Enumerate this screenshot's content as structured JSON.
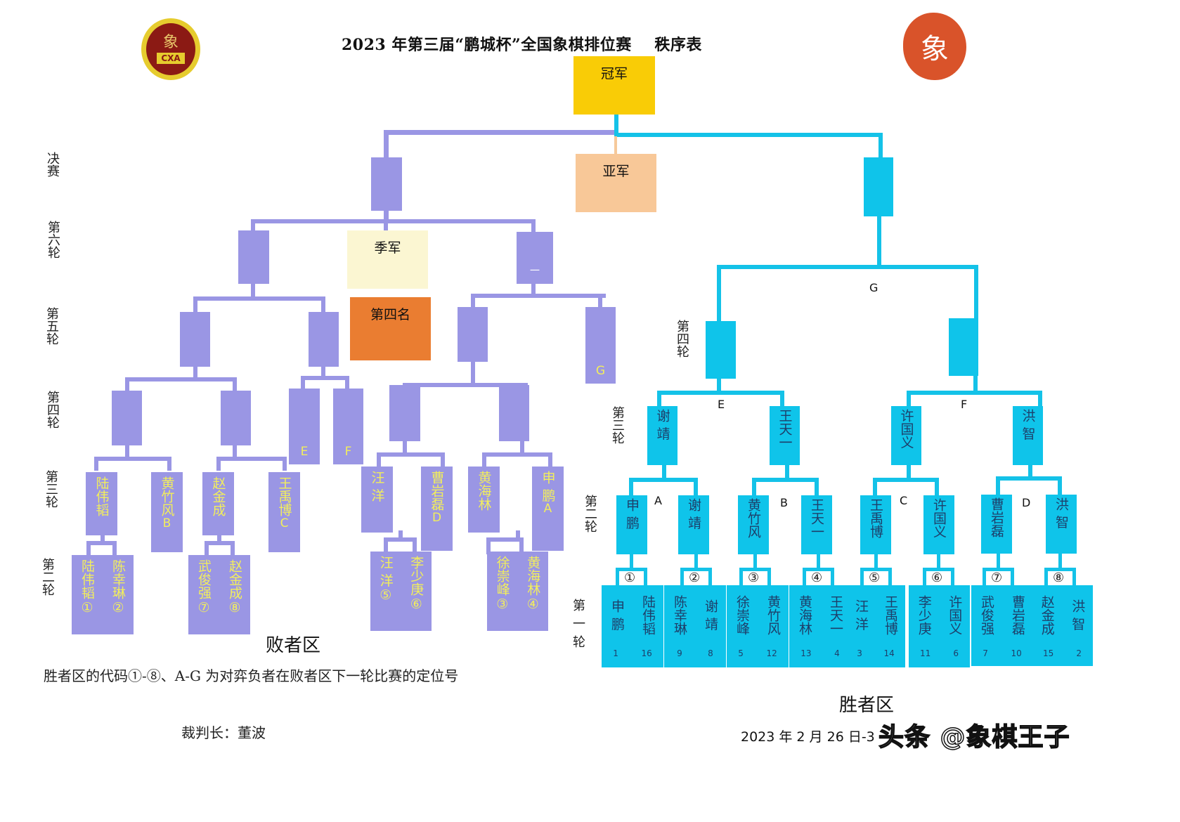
{
  "header": {
    "title": "2023 年第三届“鹏城杯”全国象棋排位赛    秩序表",
    "logo_left_char": "象",
    "logo_left_text": "CXA",
    "logo_right_char": "象"
  },
  "places": {
    "champion": "冠军",
    "runner_up": "亚军",
    "third": "季军",
    "fourth": "第四名"
  },
  "round_labels": {
    "final": "决赛",
    "r6": "第六轮",
    "r5": "第五轮",
    "r4_left": "第四轮",
    "r3_left": "第三轮",
    "r2_left": "第二轮",
    "r4_right": "第四轮",
    "r3_right": "第三轮",
    "r2_right": "第二轮",
    "r1_right": "第一轮"
  },
  "losers": {
    "zone_label": "败者区",
    "r6_right_mark": "一",
    "r5_g": "G",
    "r4_e": "E",
    "r4_f": "F",
    "r3": [
      {
        "name": "陆伟韬",
        "code": ""
      },
      {
        "name": "黄竹风",
        "code": "B"
      },
      {
        "name": "赵金成",
        "code": ""
      },
      {
        "name": "王禹博",
        "code": "C"
      },
      {
        "name": "汪  洋",
        "code": ""
      },
      {
        "name": "曹岩磊",
        "code": "D"
      },
      {
        "name": "黄海林",
        "code": ""
      },
      {
        "name": "申  鹏",
        "code": "A"
      }
    ],
    "r2": [
      {
        "a": "陆伟韬",
        "a_code": "①",
        "b": "陈幸琳",
        "b_code": "②"
      },
      {
        "a": "武俊强",
        "a_code": "⑦",
        "b": "赵金成",
        "b_code": "⑧"
      },
      {
        "a": "汪  洋",
        "a_code": "⑤",
        "b": "李少庚",
        "b_code": "⑥"
      },
      {
        "a": "徐崇峰",
        "a_code": "③",
        "b": "黄海林",
        "b_code": "④"
      }
    ]
  },
  "winners": {
    "zone_label": "胜者区",
    "g_label": "G",
    "e_label": "E",
    "f_label": "F",
    "r3": [
      {
        "name": "谢  靖"
      },
      {
        "name": "王天一"
      },
      {
        "name": "许国义"
      },
      {
        "name": "洪  智"
      }
    ],
    "r2_labels": [
      "A",
      "B",
      "C",
      "D"
    ],
    "r2": [
      {
        "name": "申  鹏"
      },
      {
        "name": "谢  靖"
      },
      {
        "name": "黄竹风"
      },
      {
        "name": "王天一"
      },
      {
        "name": "王禹博"
      },
      {
        "name": "许国义"
      },
      {
        "name": "曹岩磊"
      },
      {
        "name": "洪  智"
      }
    ],
    "r1": [
      {
        "code": "①",
        "a": "申  鹏",
        "a_seed": "1",
        "b": "陆伟韬",
        "b_seed": "16"
      },
      {
        "code": "②",
        "a": "陈幸琳",
        "a_seed": "9",
        "b": "谢  靖",
        "b_seed": "8"
      },
      {
        "code": "③",
        "a": "徐崇峰",
        "a_seed": "5",
        "b": "黄竹风",
        "b_seed": "12"
      },
      {
        "code": "④",
        "a": "黄海林",
        "a_seed": "13",
        "b": "王天一",
        "b_seed": "4"
      },
      {
        "code": "⑤",
        "a": "汪  洋",
        "a_seed": "3",
        "b": "王禹博",
        "b_seed": "14"
      },
      {
        "code": "⑥",
        "a": "李少庚",
        "a_seed": "11",
        "b": "许国义",
        "b_seed": "6"
      },
      {
        "code": "⑦",
        "a": "武俊强",
        "a_seed": "7",
        "b": "曹岩磊",
        "b_seed": "10"
      },
      {
        "code": "⑧",
        "a": "赵金成",
        "a_seed": "15",
        "b": "洪  智",
        "b_seed": "2"
      }
    ]
  },
  "footer": {
    "note": "胜者区的代码①-⑧、A-G 为对弈负者在败者区下一轮比赛的定位号",
    "referee": "裁判长：董波",
    "date": "2023 年 2 月 26 日-3",
    "watermark": "头条 @象棋王子"
  },
  "colors": {
    "losers_bracket": "#9a96e4",
    "winners_bracket": "#0fc4ea",
    "champion": "#f9cc06",
    "runner_up": "#f8c898",
    "third": "#fbf6d2",
    "fourth": "#ea7d31",
    "name_on_purple": "#f2ee5c"
  }
}
